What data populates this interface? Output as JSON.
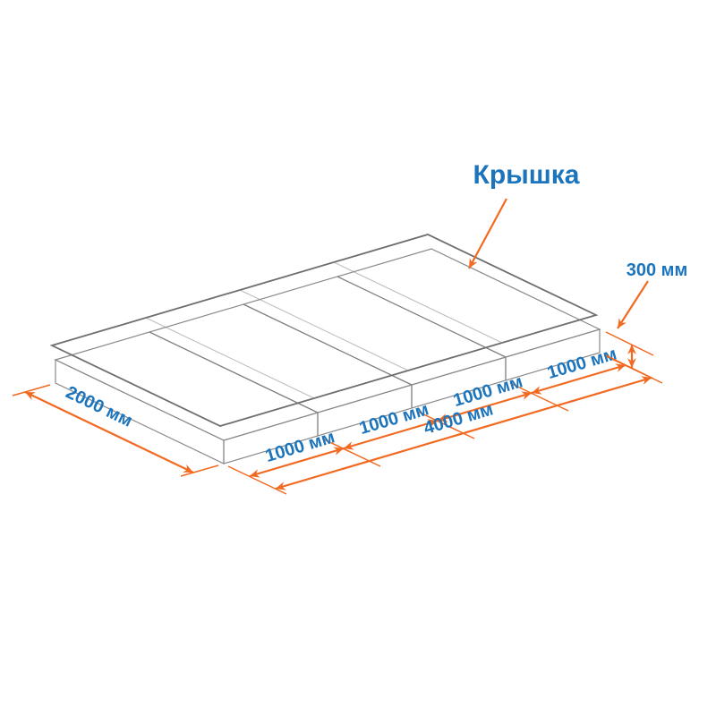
{
  "diagram": {
    "product_label": "Крышка",
    "dimensions": {
      "height": "300 мм",
      "width": "2000 мм",
      "length": "4000 мм",
      "segments": [
        "1000 мм",
        "1000 мм",
        "1000 мм",
        "1000 мм"
      ]
    },
    "colors": {
      "dimension_lines": "#F26A21",
      "dimension_text": "#1C75BC",
      "mesh": "#8C8C8C",
      "background": "#FFFFFF"
    }
  }
}
